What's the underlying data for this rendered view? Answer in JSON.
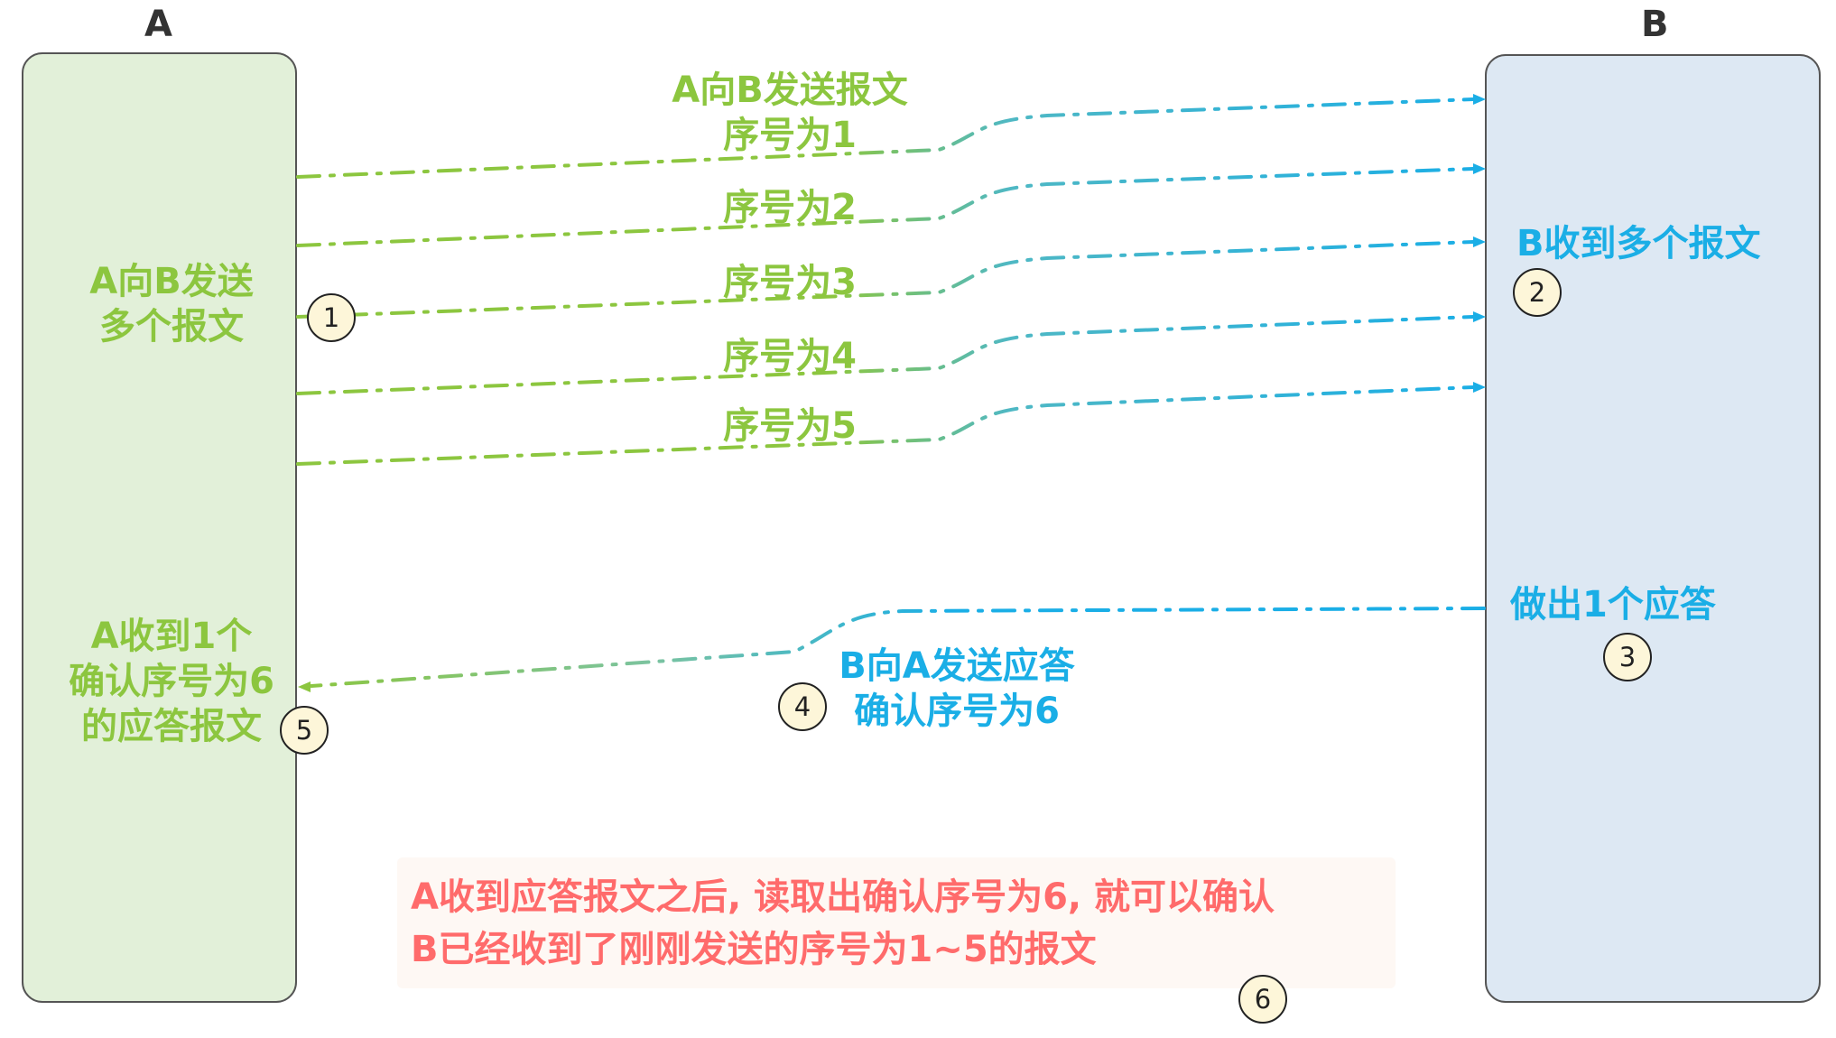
{
  "participants": {
    "a": {
      "label": "A",
      "color": "#e2f0d9"
    },
    "b": {
      "label": "B",
      "color": "#dde8f3"
    }
  },
  "colors": {
    "green": "#8cc63f",
    "blue": "#1aaee6",
    "red": "#ff6b6b",
    "note_bg": "#fef8f4"
  },
  "messages": [
    {
      "label_line1": "A向B发送报文",
      "label_line2": "序号为1"
    },
    {
      "label": "序号为2"
    },
    {
      "label": "序号为3"
    },
    {
      "label": "序号为4"
    },
    {
      "label": "序号为5"
    }
  ],
  "notes": {
    "a_send_line1": "A向B发送",
    "a_send_line2": "多个报文",
    "b_recv": "B收到多个报文",
    "b_reply": "做出1个应答",
    "reply_line1": "B向A发送应答",
    "reply_line2": "确认序号为6",
    "a_recv_line1": "A收到1个",
    "a_recv_line2": "确认序号为6",
    "a_recv_line3": "的应答报文",
    "summary_line1": "A收到应答报文之后, 读取出确认序号为6, 就可以确认",
    "summary_line2": "B已经收到了刚刚发送的序号为1~5的报文"
  },
  "steps": [
    "1",
    "2",
    "3",
    "4",
    "5",
    "6"
  ]
}
